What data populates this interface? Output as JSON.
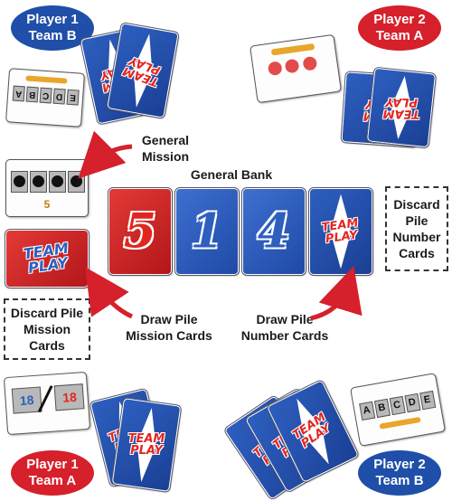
{
  "players": {
    "p1b": {
      "line1": "Player 1",
      "line2": "Team B",
      "color": "#1f4fa8"
    },
    "p2a": {
      "line1": "Player 2",
      "line2": "Team A",
      "color": "#d6202b"
    },
    "p1a": {
      "line1": "Player 1",
      "line2": "Team A",
      "color": "#d6202b"
    },
    "p2b": {
      "line1": "Player 2",
      "line2": "Team B",
      "color": "#1f4fa8"
    }
  },
  "labels": {
    "general_mission": {
      "line1": "General",
      "line2": "Mission"
    },
    "general_bank": "General Bank",
    "discard_numbers": {
      "line1": "Discard",
      "line2": "Pile",
      "line3": "Number",
      "line4": "Cards"
    },
    "discard_missions": {
      "line1": "Discard Pile",
      "line2": "Mission",
      "line3": "Cards"
    },
    "draw_missions": {
      "line1": "Draw Pile",
      "line2": "Mission Cards"
    },
    "draw_numbers": {
      "line1": "Draw Pile",
      "line2": "Number Cards"
    }
  },
  "logo": {
    "line1": "TEAM",
    "line2": "PLAY"
  },
  "bank_cards": [
    {
      "value": "5",
      "color": "red"
    },
    {
      "value": "1",
      "color": "blue"
    },
    {
      "value": "4",
      "color": "blue"
    }
  ],
  "mission_letters": [
    "A",
    "B",
    "C",
    "D",
    "E"
  ],
  "mission_letters_small": [
    "A",
    "B",
    "C",
    "D",
    "E"
  ],
  "fraction_card": {
    "left": "18",
    "right": "18"
  },
  "mission_card_number": "5",
  "colors": {
    "red": "#d6202b",
    "blue": "#1f4fa8",
    "arrow": "#d6202b"
  }
}
